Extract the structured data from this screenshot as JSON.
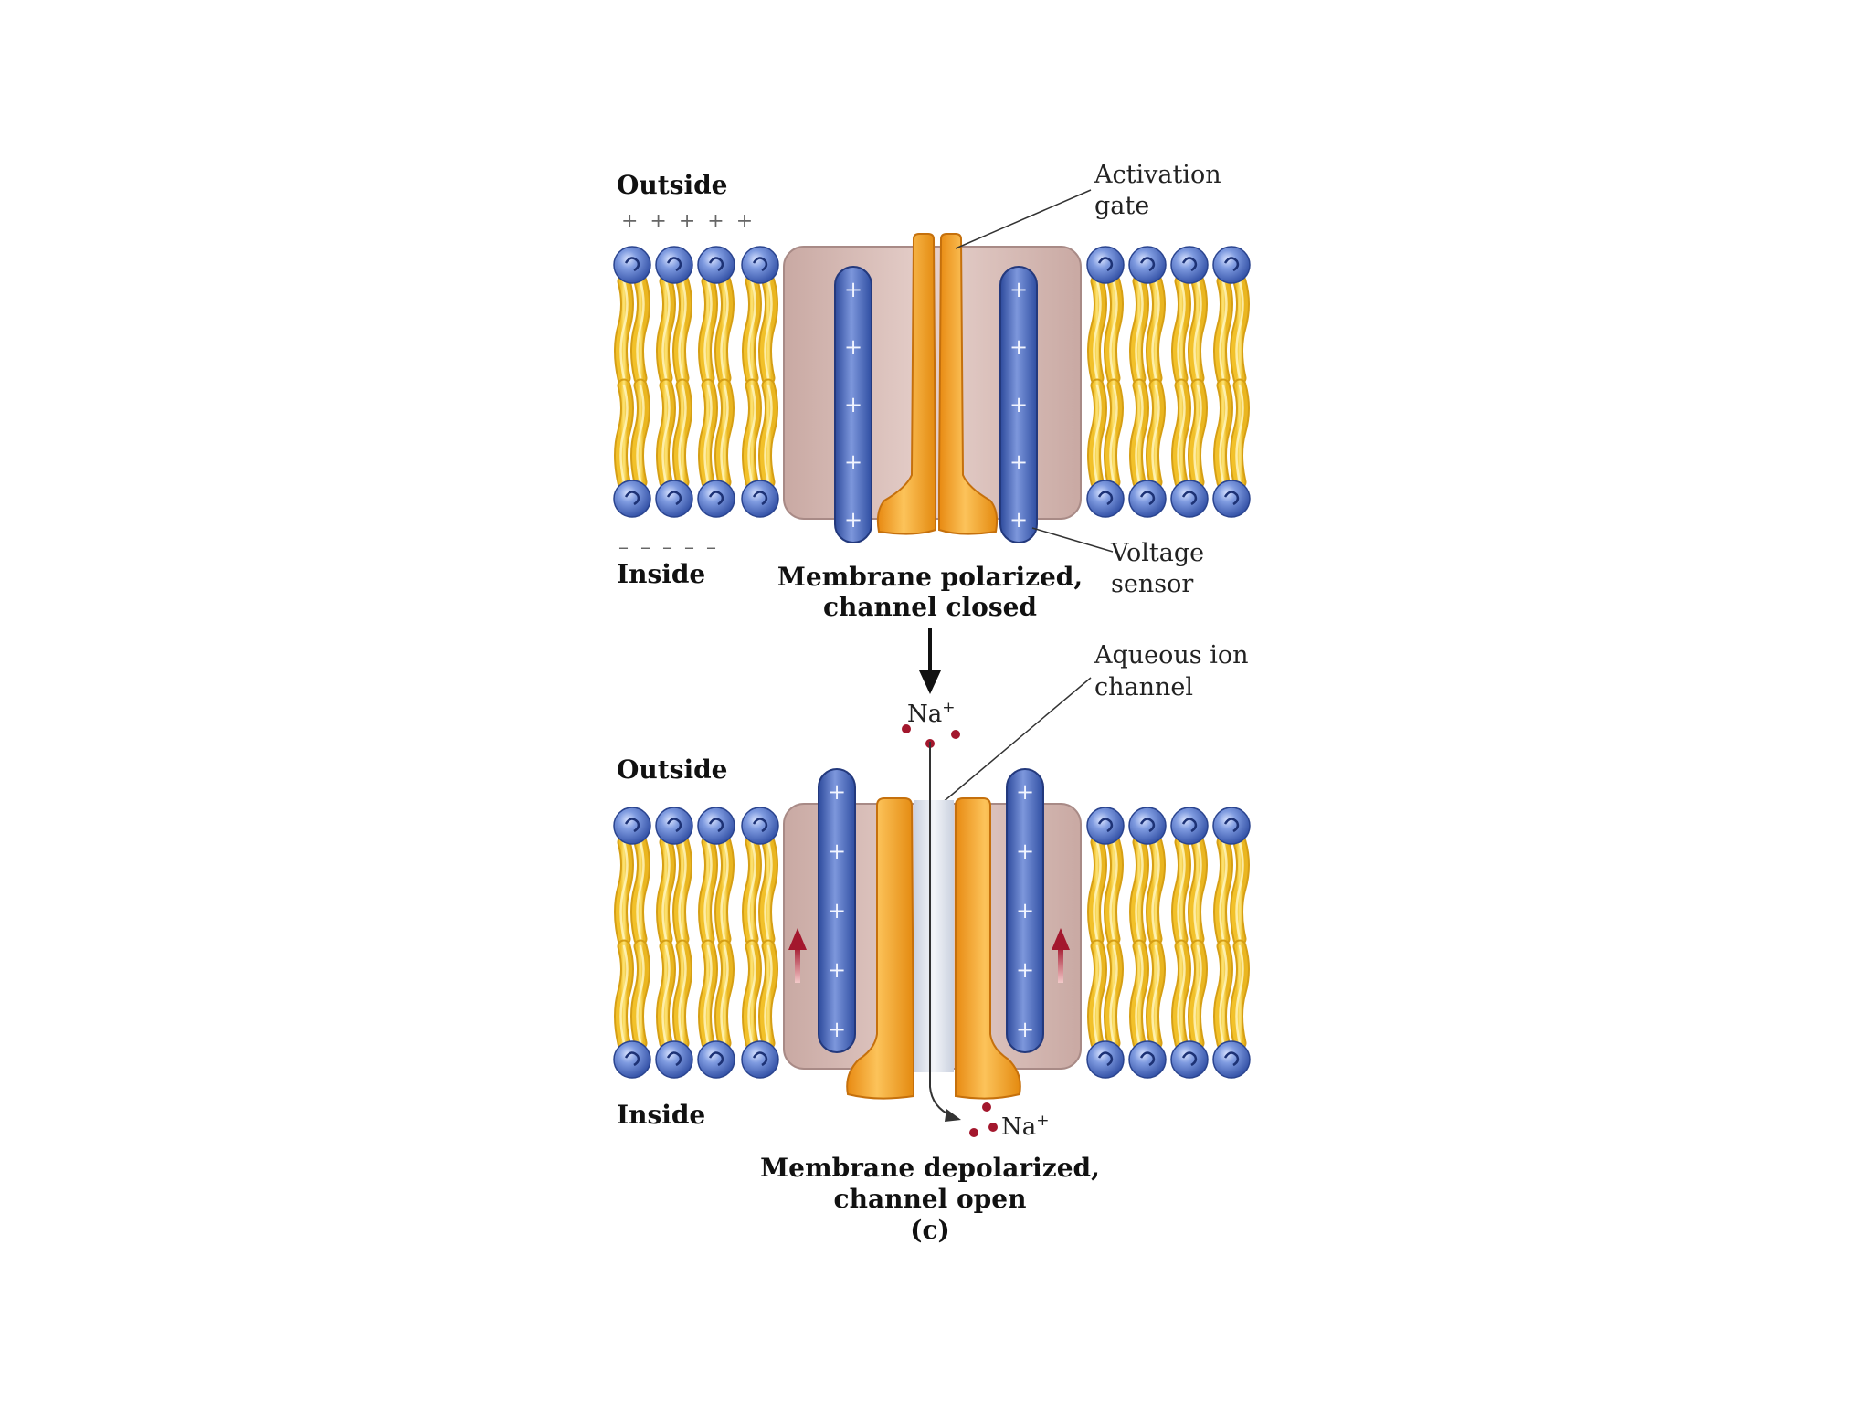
{
  "panel_top": {
    "side_outside": "Outside",
    "side_inside": "Inside",
    "outside_charges": "+ + + + +",
    "inside_charges": "– – – – –",
    "caption_line1": "Membrane polarized,",
    "caption_line2": "channel closed",
    "label_activation_gate_line1": "Activation",
    "label_activation_gate_line2": "gate",
    "label_voltage_sensor_line1": "Voltage",
    "label_voltage_sensor_line2": "sensor",
    "sensor_charge": "+"
  },
  "transition": {
    "ion_in": "Na",
    "ion_in_sup": "+",
    "label_aqueous_line1": "Aqueous ion",
    "label_aqueous_line2": "channel"
  },
  "panel_bottom": {
    "side_outside": "Outside",
    "side_inside": "Inside",
    "ion_out": "Na",
    "ion_out_sup": "+",
    "caption_line1": "Membrane depolarized,",
    "caption_line2": "channel open",
    "panel_letter": "(c)",
    "sensor_charge": "+"
  },
  "colors": {
    "lipid_head": "#4c6fc6",
    "lipid_tail": "#f5cf3d",
    "protein_body": "#dcc0bb",
    "gate": "#f5a21b",
    "sensor": "#4a6cc2",
    "ion": "#a3172d",
    "channel": "#dfe3ea"
  }
}
